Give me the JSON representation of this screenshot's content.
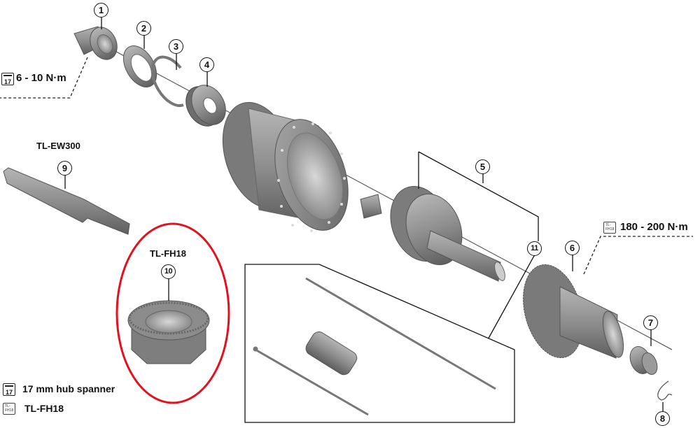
{
  "diagram": {
    "type": "exploded-parts-view",
    "subject": "rear hub assembly",
    "parts": [
      {
        "id": "1",
        "label": "1"
      },
      {
        "id": "2",
        "label": "2"
      },
      {
        "id": "3",
        "label": "3"
      },
      {
        "id": "4",
        "label": "4"
      },
      {
        "id": "5",
        "label": "5"
      },
      {
        "id": "6",
        "label": "6"
      },
      {
        "id": "7",
        "label": "7"
      },
      {
        "id": "8",
        "label": "8"
      },
      {
        "id": "9",
        "label": "9"
      },
      {
        "id": "10",
        "label": "10"
      },
      {
        "id": "11",
        "label": "11"
      }
    ],
    "torque_specs": {
      "left": {
        "tool_icon": "17",
        "value": "6 - 10 N·m"
      },
      "right": {
        "tool_icon": "TL-FH18",
        "value": "180 - 200 N·m"
      }
    },
    "tool_labels": {
      "tl_ew300": "TL-EW300",
      "tl_fh18": "TL-FH18"
    },
    "legend": [
      {
        "icon": "spanner-17-icon",
        "icon_text": "17",
        "text": "17 mm hub spanner"
      },
      {
        "icon": "tl-fh18-icon",
        "icon_text": "TL-\nFH18",
        "text": "TL-FH18"
      }
    ],
    "highlight": {
      "target": "10",
      "color": "#e3101e",
      "shape": "ellipse"
    },
    "colors": {
      "part_gray": "#8a8a8a",
      "part_dark": "#5e5e5e",
      "line": "#111111",
      "highlight": "#e3101e"
    }
  }
}
